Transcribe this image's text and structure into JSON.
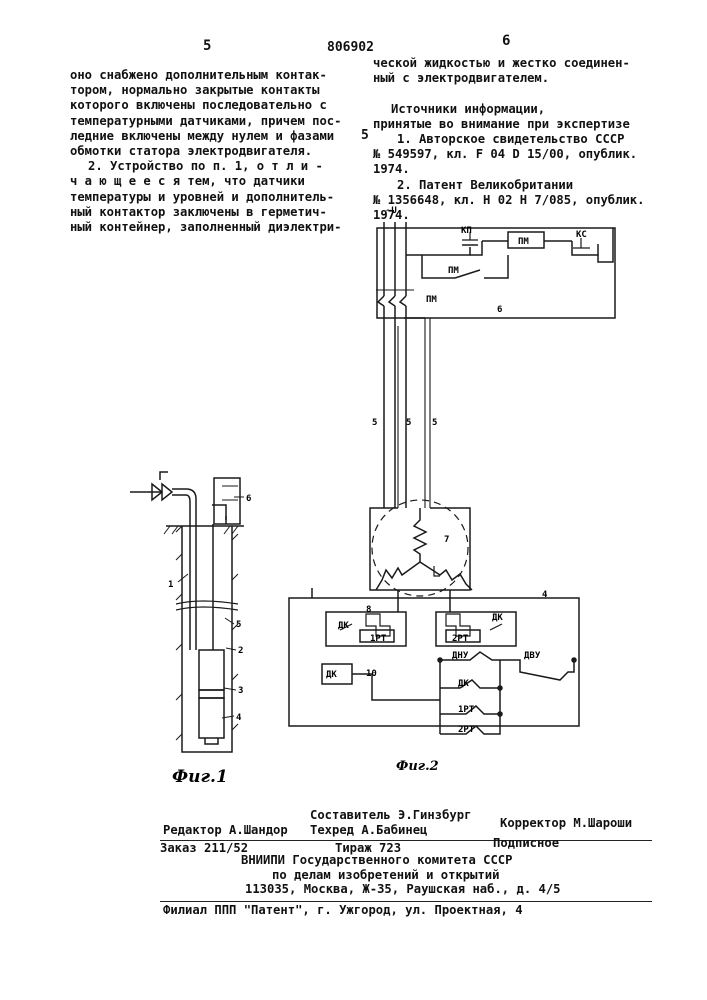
{
  "header": {
    "page_left": "5",
    "patent_no": "806902",
    "page_right": "6"
  },
  "left_column": [
    "оно снабжено дополнительным контак-",
    "тором, нормально закрытые контакты",
    "которого включены последовательно с",
    "температурными датчиками, причем пос-",
    "ледние включены между нулем и фазами",
    "обмотки статора электродвигателя.",
    "2. Устройство по п. 1, о т л и -",
    "ч а ю щ е е с я  тем, что датчики",
    "температуры и уровней и дополнитель-",
    "ный контактор заключены в герметич-",
    "ный контейнер, заполненный диэлектри-"
  ],
  "right_column": [
    "ческой жидкостью и жестко соединен-",
    "ный с электродвигателем.",
    "",
    "Источники информации,",
    "принятые во внимание при экспертизе",
    "1. Авторское свидетельство СССР",
    "№ 549597, кл. F 04 D 15/00, опублик.",
    "1974.",
    "2. Патент Великобритании",
    "№ 1356648, кл. H 02 H 7/085, опублик.",
    "1974."
  ],
  "margin_number": "5",
  "fig1": {
    "caption": "Фиг.1",
    "labels": {
      "l1": "1",
      "l2": "2",
      "l3": "3",
      "l4": "4",
      "l5": "5",
      "l6": "6"
    }
  },
  "fig2": {
    "caption": "Фиг.2",
    "supply": "~U",
    "labels": {
      "kp": "КП",
      "pm": "ПМ",
      "ks": "КС",
      "pm_contact": "ПМ",
      "pm_main": "ПМ",
      "b6": "6",
      "cable_a": "5",
      "cable_b": "5",
      "cable_c": "5",
      "motor": "7",
      "container": "4",
      "block8": "8",
      "dk_left": "ДК",
      "rt1": "1РТ",
      "dk_right": "ДК",
      "rt2": "2РТ",
      "dk10": "ДК",
      "b10": "10",
      "dnu": "ДНУ",
      "dvu": "ДВУ",
      "c_dk": "ДК",
      "c_1rt": "1РТ",
      "c_2rt": "2РТ"
    }
  },
  "footer": {
    "editor": "Редактор А.Шандор",
    "compiler": "Составитель Э.Гинзбург",
    "tech": "Техред А.Бабинец",
    "corrector": "Корректор М.Шароши",
    "order": "Заказ 211/52",
    "circulation": "Тираж 723",
    "subscription": "Подписное",
    "org1": "ВНИИПИ Государственного комитета СССР",
    "org2": "по делам изобретений и открытий",
    "address": "113035, Москва, Ж-35, Раушская наб., д. 4/5",
    "branch": "Филиал ППП \"Патент\", г. Ужгород, ул. Проектная, 4"
  }
}
